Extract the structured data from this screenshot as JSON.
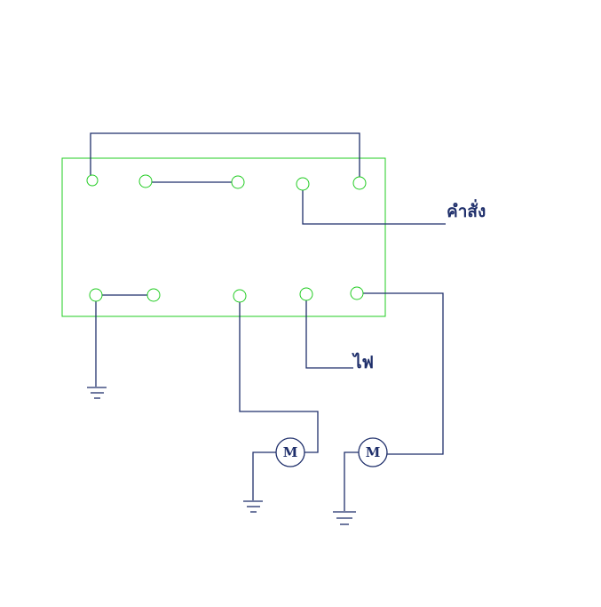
{
  "labels": {
    "command": "คำสั่ง",
    "power": "ไฟ",
    "motor_left": "M",
    "motor_right": "M"
  },
  "colors": {
    "wire": "#1f2f6b",
    "box": "#22cc22",
    "terminal": "#22cc22"
  },
  "icons": {
    "ground": "ground-symbol-icon",
    "motor": "motor-icon",
    "terminal": "terminal-circle-icon"
  }
}
